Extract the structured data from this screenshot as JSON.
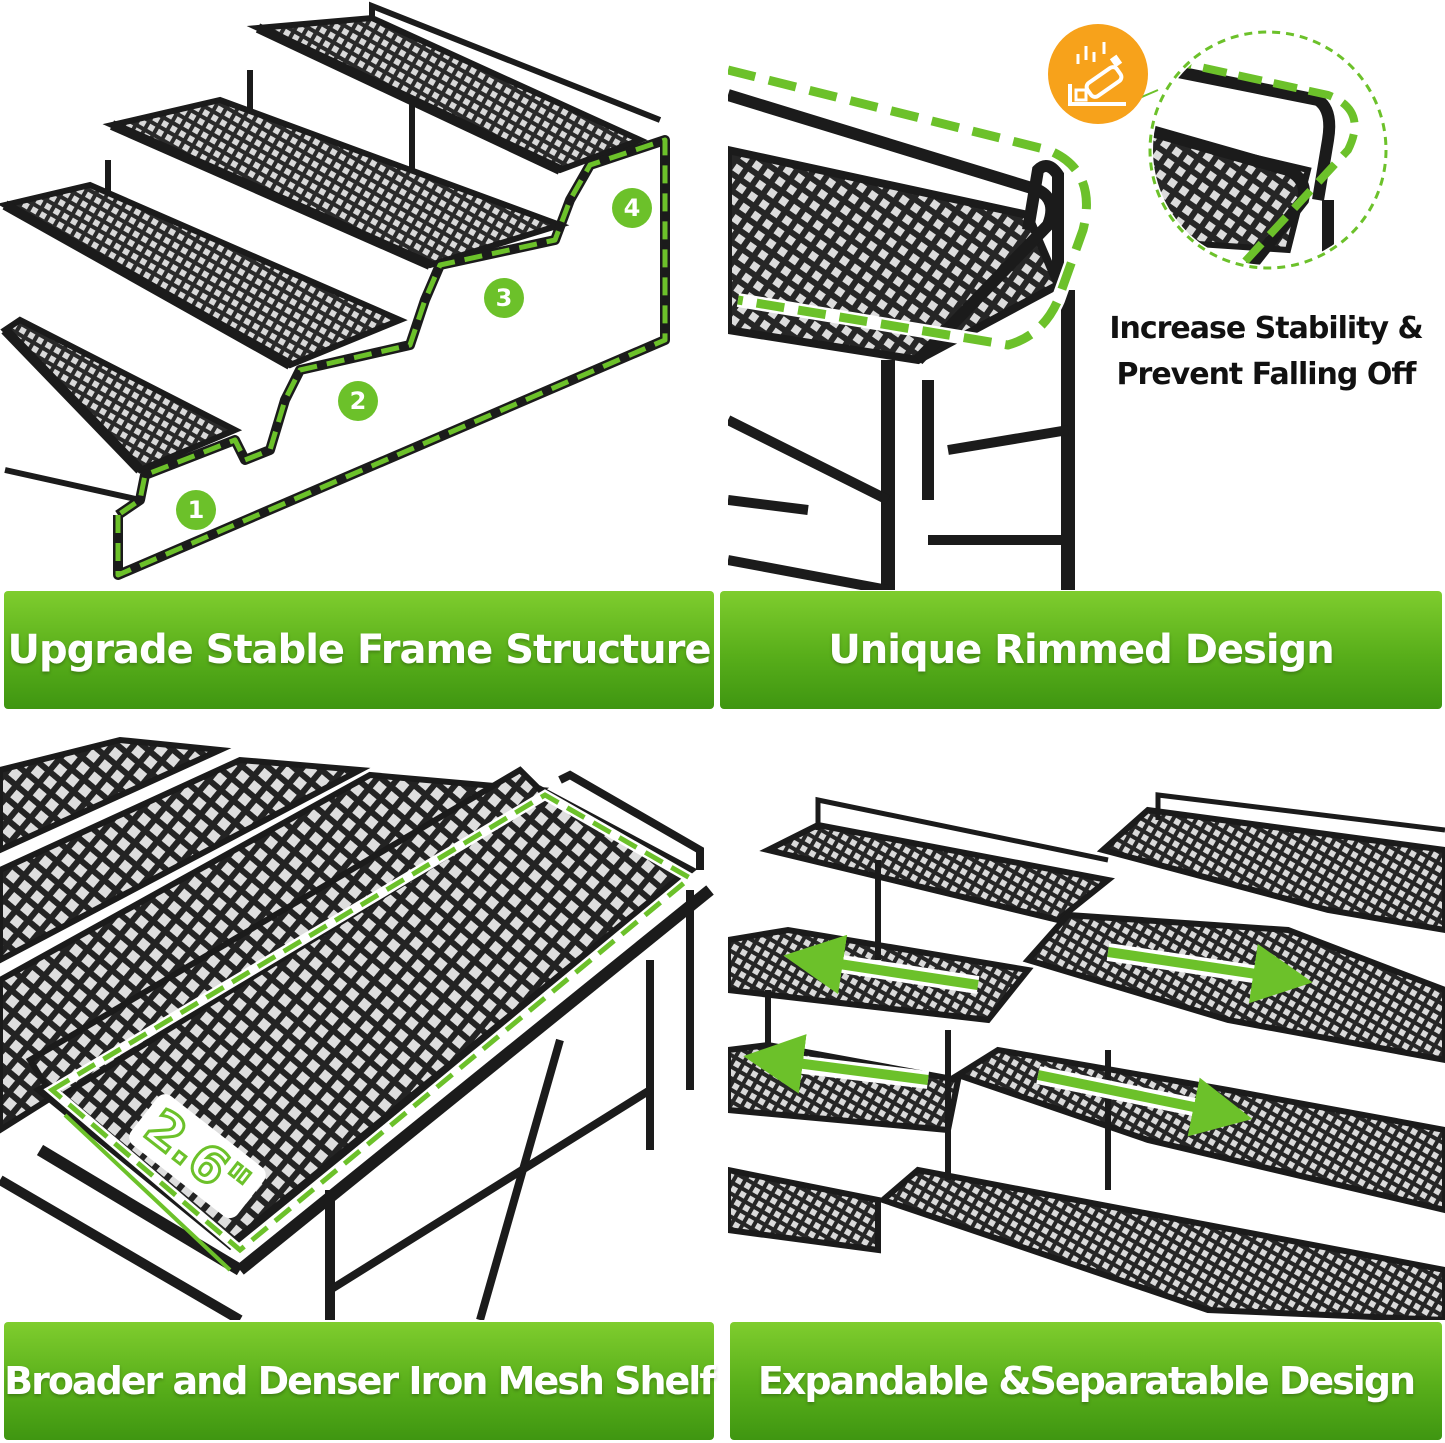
{
  "panels": {
    "frame": {
      "banner": "Upgrade Stable Frame Structure",
      "tier_badges": [
        "1",
        "2",
        "3",
        "4"
      ]
    },
    "rim": {
      "banner": "Unique Rimmed Design",
      "caption_line1": "Increase Stability &",
      "caption_line2": "Prevent Falling Off",
      "icon": "falling-bottle-warning-icon"
    },
    "mesh": {
      "banner": "Broader and Denser Iron Mesh Shelf",
      "dimension_label": "2.6\""
    },
    "expand": {
      "banner": "Expandable &Separatable Design",
      "icon": "double-arrow-icon"
    }
  },
  "colors": {
    "accent_green": "#6cc12a",
    "banner_green_dark": "#3f9611",
    "badge_orange": "#f7a21b",
    "frame_black": "#1b1b1b"
  }
}
